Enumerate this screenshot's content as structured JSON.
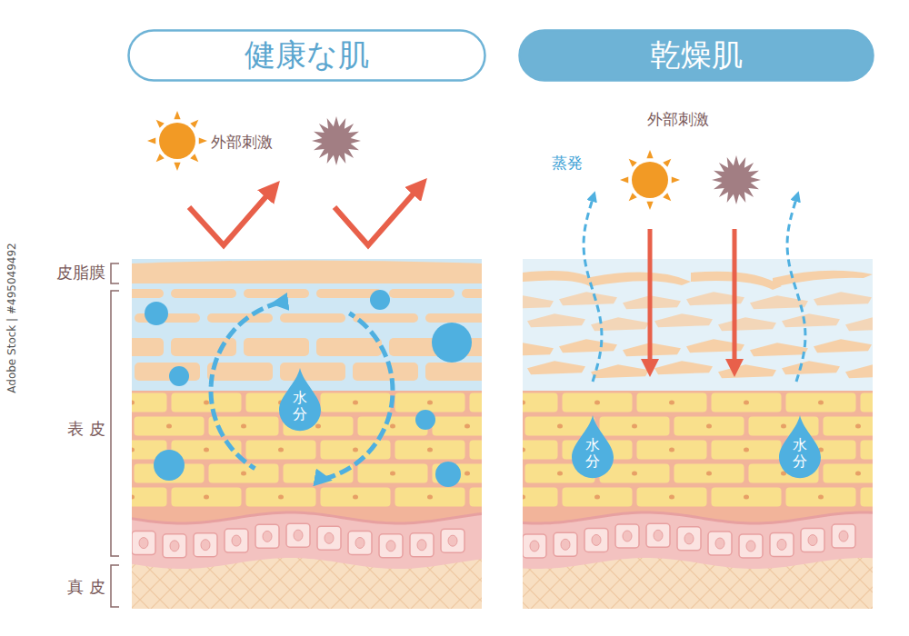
{
  "diagram": {
    "nodes": [
      {
        "text": [
          "健康な肌"
        ]
      },
      {
        "text": [
          "乾燥肌"
        ]
      },
      {
        "text": [
          "水分"
        ]
      },
      {
        "text": [
          "水分"
        ]
      },
      {
        "text": [
          "水分"
        ]
      }
    ],
    "labels": [
      "外部刺激",
      "外部刺激",
      "蒸発",
      "皮脂膜",
      "表 皮",
      "真 皮",
      "Adobe Stock | #495049492"
    ]
  }
}
